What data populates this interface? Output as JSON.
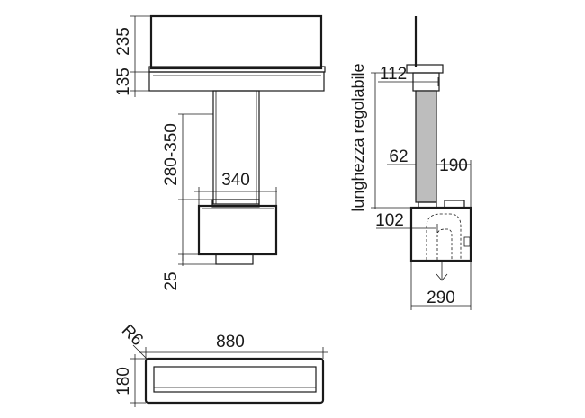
{
  "front_view": {
    "dim_top": "235",
    "dim_band": "135",
    "dim_column": "280-350",
    "dim_head_width": "340",
    "dim_bottom": "25"
  },
  "side_view": {
    "dim_top_width": "112",
    "adjustable_label": "lunghezza regolabile",
    "dim_pipe": "62",
    "dim_body_top": "190",
    "dim_outlet": "102",
    "dim_depth": "290"
  },
  "plan_view": {
    "corner_radius": "R6",
    "dim_length": "880",
    "dim_width": "180"
  },
  "colors": {
    "line": "#1a1a1a",
    "pipe_fill": "#bdbdbd",
    "background": "#ffffff"
  }
}
